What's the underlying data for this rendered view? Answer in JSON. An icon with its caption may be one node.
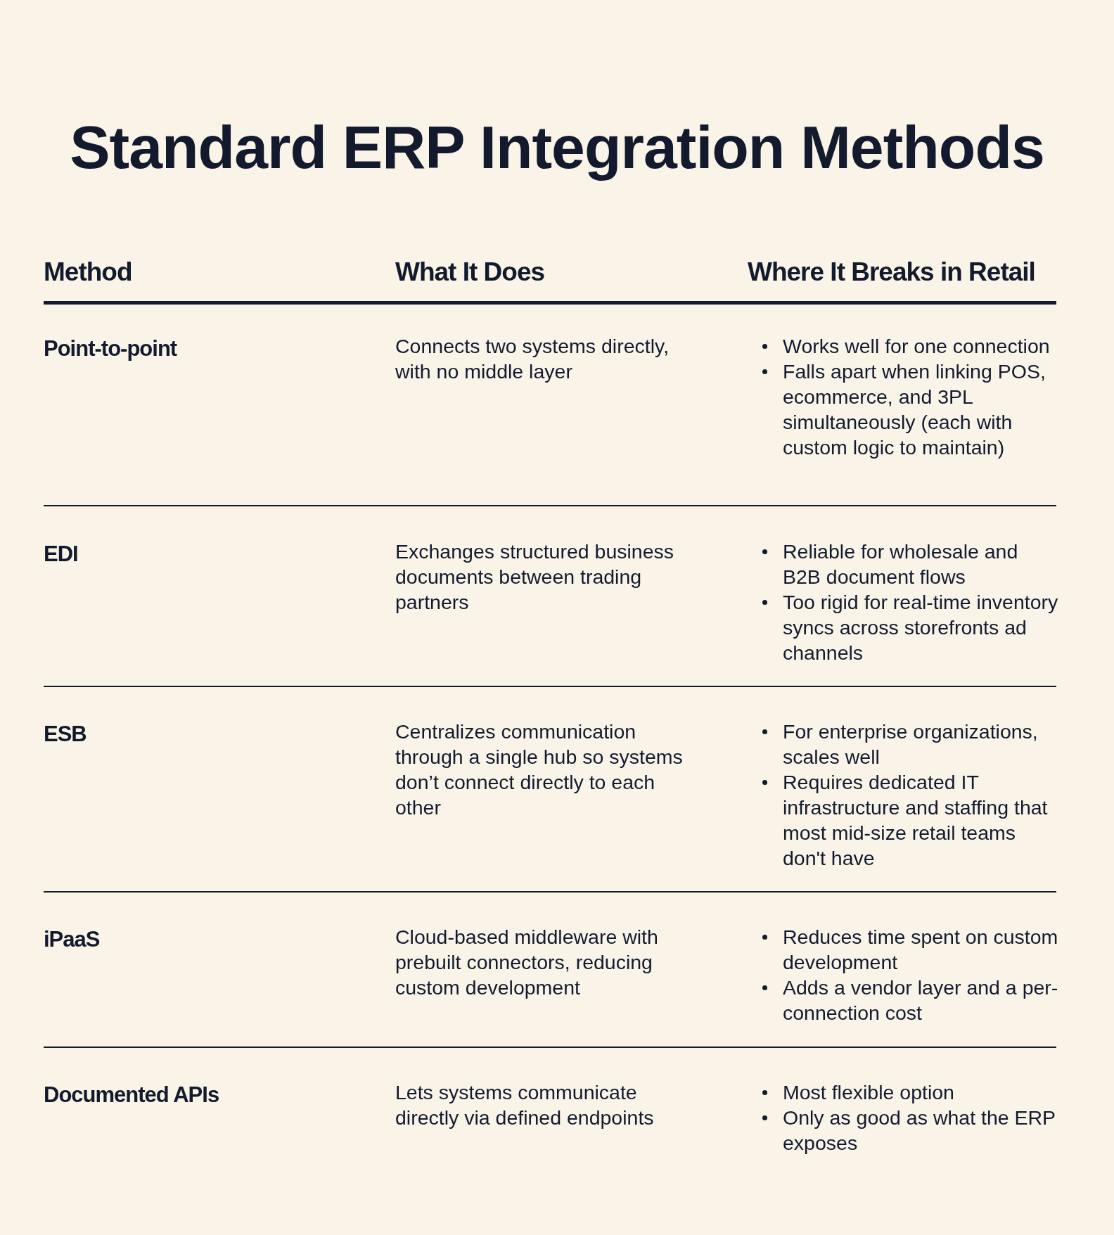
{
  "diagram": {
    "title": "Standard ERP Integration Methods",
    "labels": [
      "Method",
      "What It Does",
      "Where It Breaks in Retail",
      "Point-to-point",
      "Connects two systems directly, with no middle layer",
      "Works well for one connection",
      "Falls apart when linking POS, ecommerce, and 3PL simultaneously (each with custom logic to maintain)",
      "EDI",
      "Exchanges structured business documents between trading partners",
      "Reliable for wholesale and B2B document flows",
      "Too rigid for real-time inventory syncs across storefronts ad channels",
      "ESB",
      "Centralizes communication through a single hub so systems don’t connect directly to each other",
      "For enterprise organizations, scales well",
      "Requires dedicated IT infrastructure and staffing that most mid-size retail teams don't have",
      "iPaaS",
      "Cloud-based middleware with prebuilt connectors, reducing custom development",
      "Reduces time spent on custom development",
      "Adds a vendor layer and a per-connection cost",
      "Documented APIs",
      "Lets systems communicate directly via defined endpoints",
      "Most flexible option",
      "Only as good as what the ERP exposes"
    ]
  }
}
